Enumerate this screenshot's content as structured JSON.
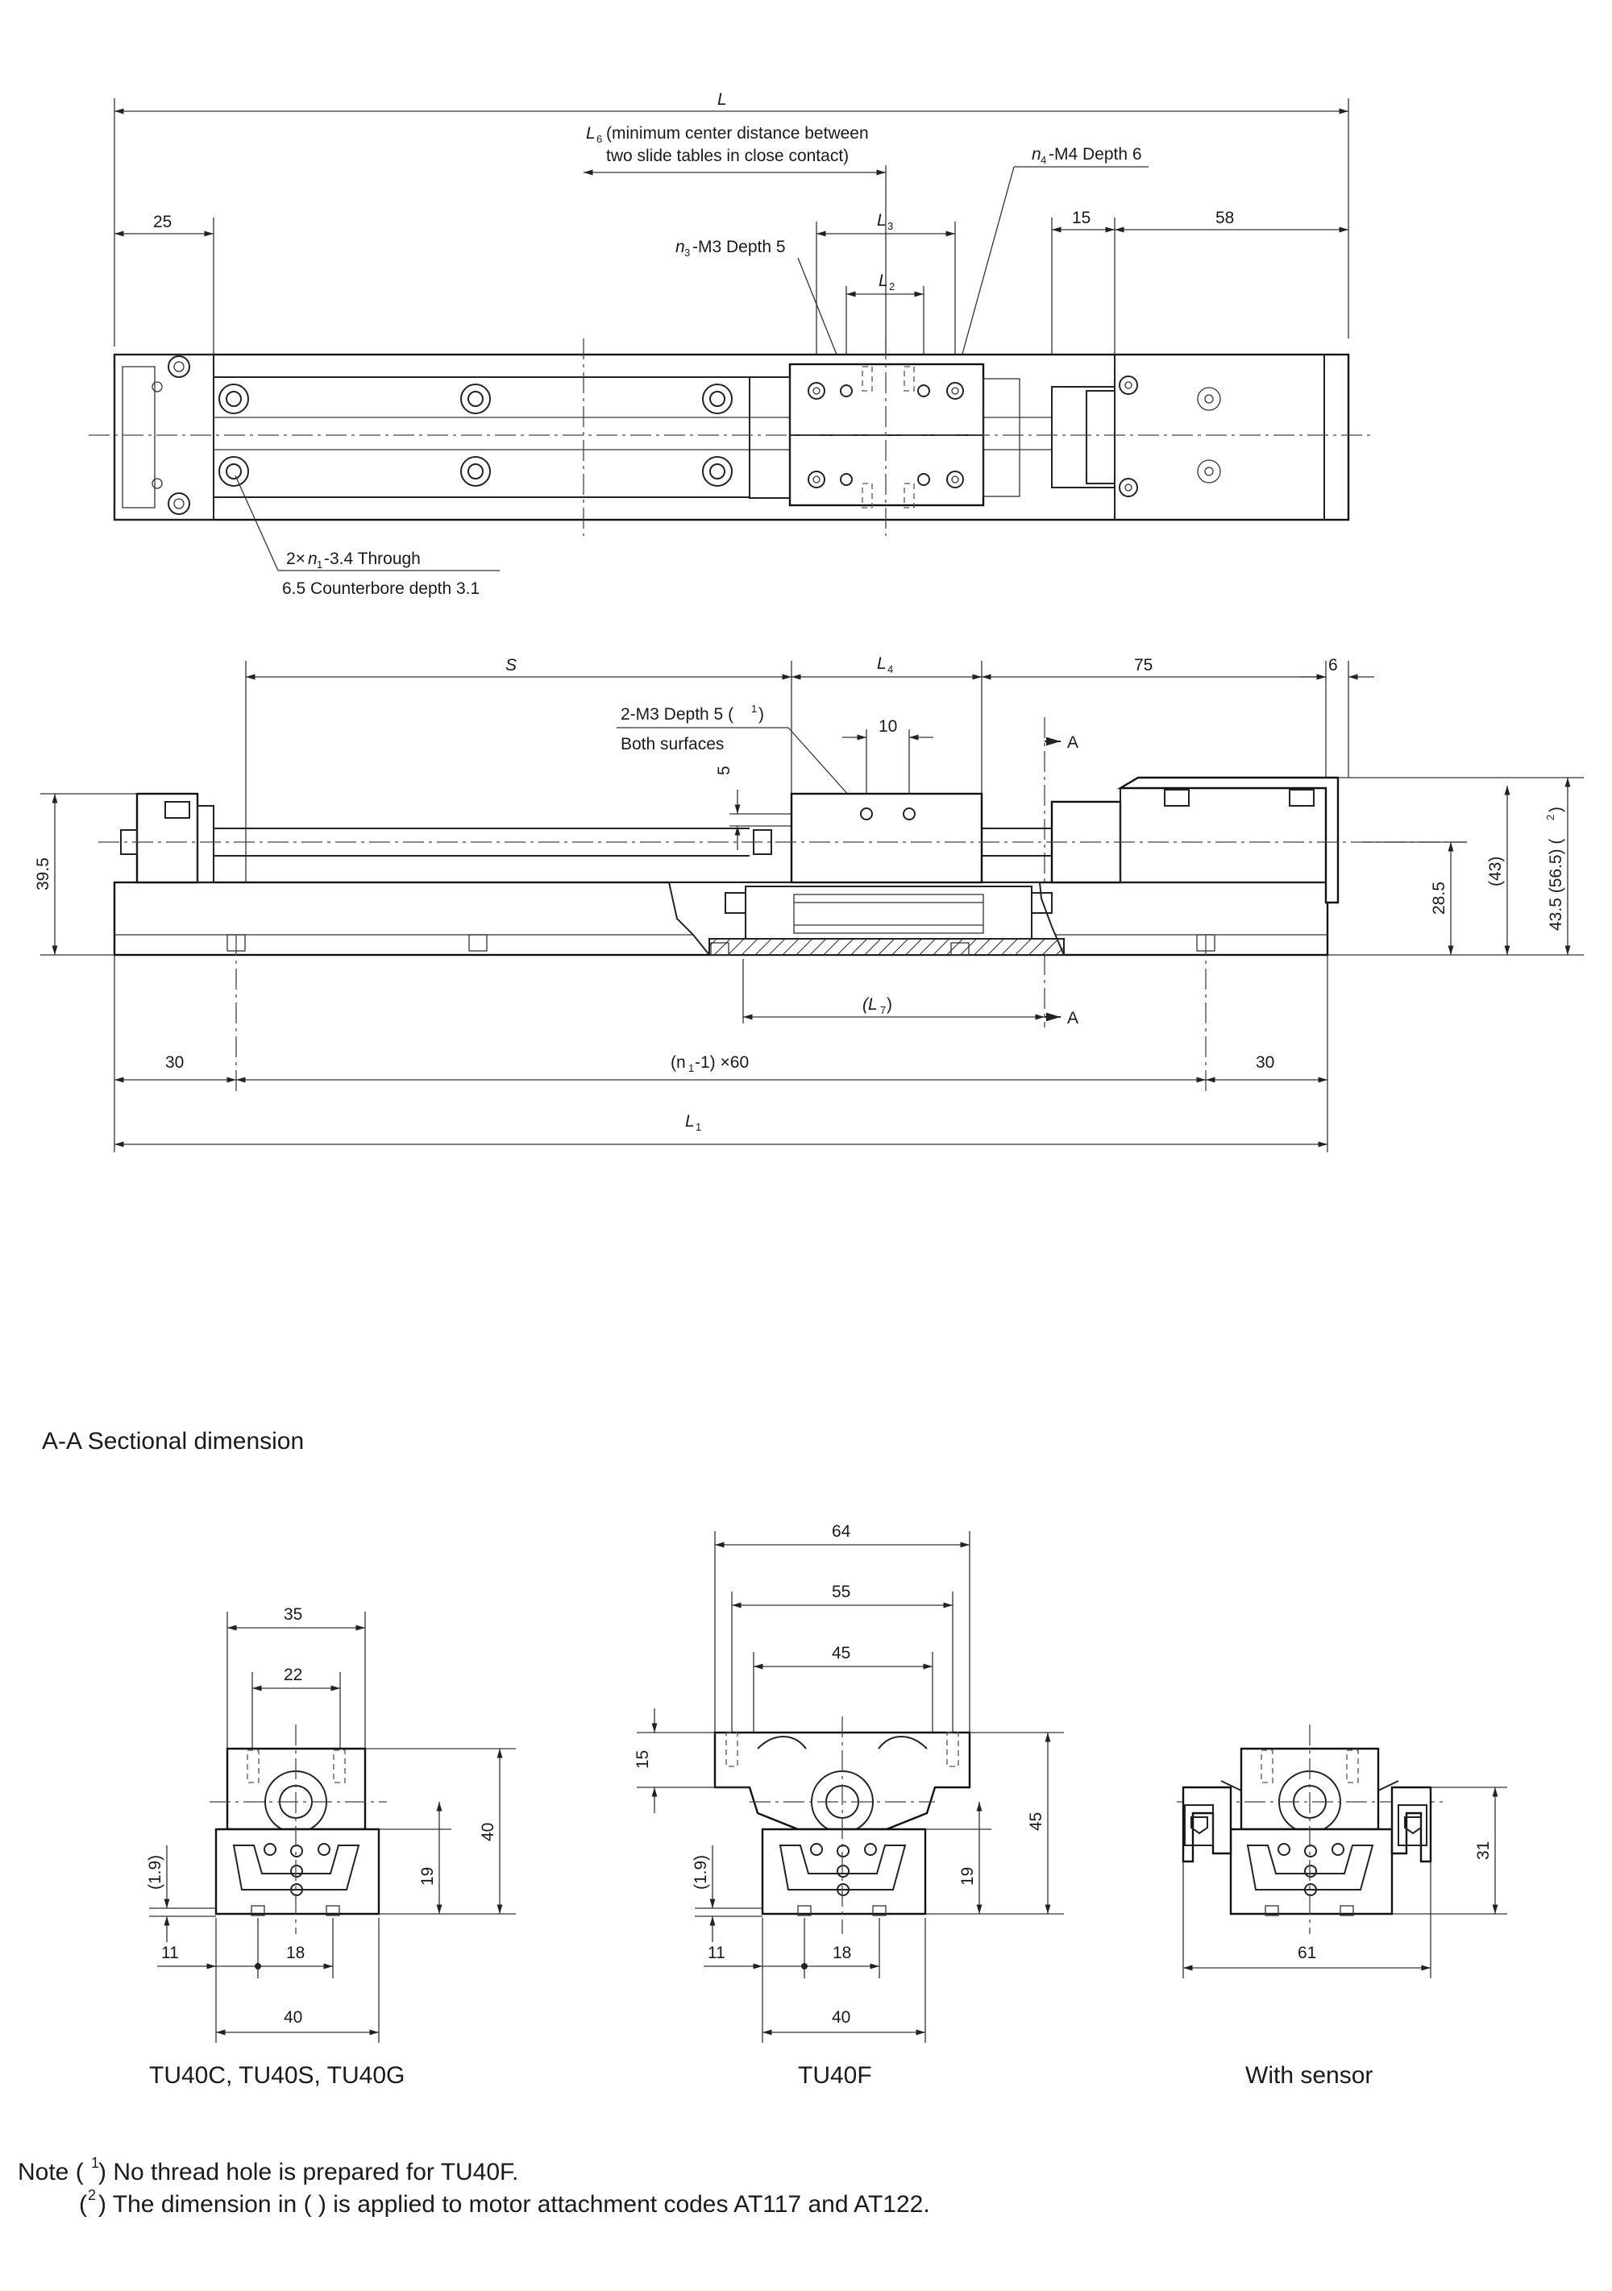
{
  "top_view": {
    "dim_L": "L",
    "dim_L6": "L",
    "dim_L6_sub": "6",
    "dim_L6_note_1": "(minimum center distance between",
    "dim_L6_note_2": "two slide tables in close contact)",
    "dim_25": "25",
    "dim_L3": "L",
    "dim_L3_sub": "3",
    "dim_L2": "L",
    "dim_L2_sub": "2",
    "dim_15": "15",
    "dim_58": "58",
    "callout_n3_n": "n",
    "callout_n3_sub": "3",
    "callout_n3_rest": "-M3 Depth 5",
    "callout_n4_n": "n",
    "callout_n4_sub": "4",
    "callout_n4_rest": "-M4 Depth 6",
    "callout_hole_pre": "2×",
    "callout_hole_n": "n",
    "callout_hole_sub": "1",
    "callout_hole_rest": "-3.4 Through",
    "callout_hole_line2": "6.5 Counterbore depth 3.1"
  },
  "side_view": {
    "dim_S": "S",
    "dim_L4": "L",
    "dim_L4_sub": "4",
    "dim_75": "75",
    "dim_6": "6",
    "dim_10": "10",
    "dim_5": "5",
    "callout_m3_1": "2-M3 Depth 5 (",
    "callout_m3_ref": "1",
    "callout_m3_close": ")",
    "callout_m3_2": "Both surfaces",
    "section_a_top": "A",
    "section_a_bottom": "A",
    "dim_39_5": "39.5",
    "dim_28_5": "28.5",
    "dim_43": "(43)",
    "dim_43_5": "43.5 (56.5) (",
    "dim_43_5_ref": "2",
    "dim_43_5_close": ")",
    "dim_L7": "(L",
    "dim_L7_sub": "7",
    "dim_L7_close": ")",
    "dim_30_left": "30",
    "dim_30_right": "30",
    "dim_pitch_pre": "(n",
    "dim_pitch_sub": "1",
    "dim_pitch_rest": "-1) ×60",
    "dim_L1": "L",
    "dim_L1_sub": "1"
  },
  "section": {
    "heading": "A-A Sectional dimension",
    "tu40c": {
      "caption": "TU40C, TU40S, TU40G",
      "dim_35": "35",
      "dim_22": "22",
      "dim_40_h": "40",
      "dim_19": "19",
      "dim_1_9": "(1.9)",
      "dim_11": "11",
      "dim_18": "18",
      "dim_40_w": "40"
    },
    "tu40f": {
      "caption": "TU40F",
      "dim_64": "64",
      "dim_55": "55",
      "dim_45_w": "45",
      "dim_15": "15",
      "dim_45_h": "45",
      "dim_19": "19",
      "dim_1_9": "(1.9)",
      "dim_11": "11",
      "dim_18": "18",
      "dim_40": "40"
    },
    "sensor": {
      "caption": "With sensor",
      "dim_31": "31",
      "dim_61": "61"
    }
  },
  "notes": {
    "line1_prefix": "Note (",
    "line1_ref": "1",
    "line1_text": ")  No thread hole is prepared for TU40F.",
    "line2_prefix": "(",
    "line2_ref": "2",
    "line2_text": ")  The dimension in (      ) is applied to motor attachment codes AT117 and AT122."
  }
}
